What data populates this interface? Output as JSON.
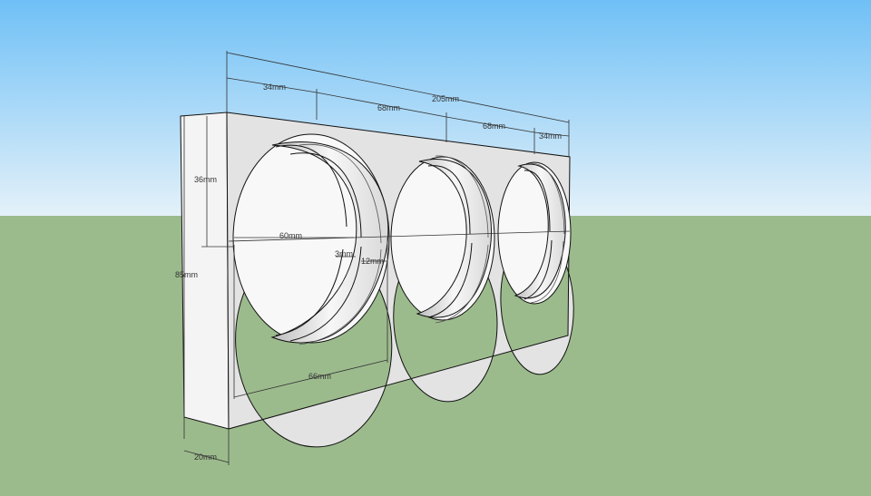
{
  "colors": {
    "sky_top": "#6fc0f6",
    "sky_bottom": "#e4f1f9",
    "ground": "#9cbb8d",
    "panel_face": "#e4e4e4",
    "panel_side": "#f4f4f4",
    "bore": "#fafafa",
    "line": "#111111",
    "dimension_line": "#333333"
  },
  "dimensions": {
    "overall_width": "205mm",
    "edge_left": "34mm",
    "spacing_1": "68mm",
    "spacing_2": "68mm",
    "edge_right": "34mm",
    "center_height": "36mm",
    "total_height": "85mm",
    "hole_diameter": "60mm",
    "step_small": "3mm",
    "step_large": "12mm",
    "outer_diameter": "66mm",
    "thickness": "20mm"
  }
}
